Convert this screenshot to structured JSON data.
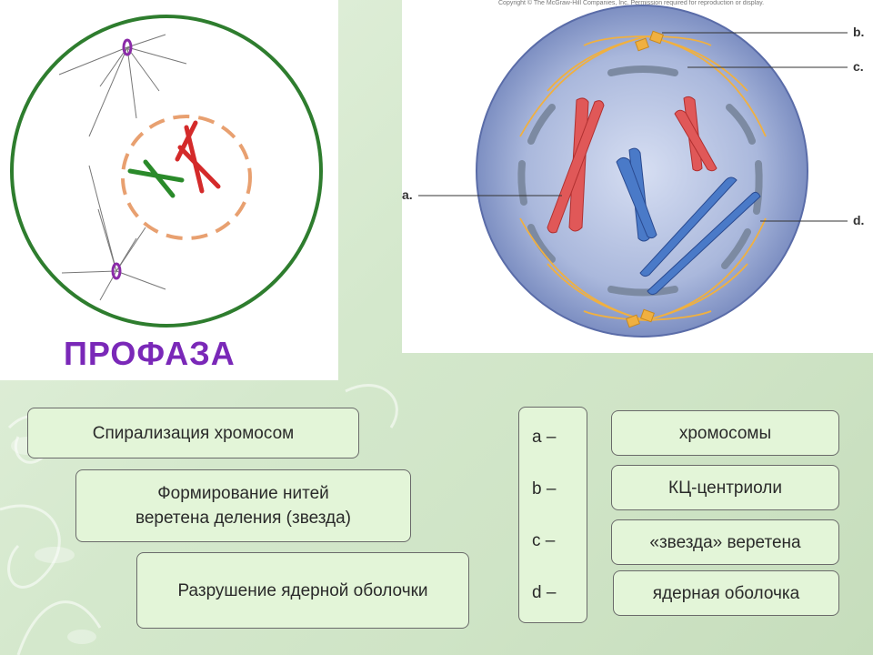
{
  "left_figure": {
    "title": "ПРОФАЗА"
  },
  "right_figure": {
    "copyright": "Copyright © The McGraw-Hill Companies, Inc. Permission required for reproduction or display.",
    "labels": {
      "a": "a.",
      "b": "b.",
      "c": "c.",
      "d": "d."
    }
  },
  "process_boxes": [
    "Спирализация хромосом",
    "Формирование нитей\nверетена деления (звезда)",
    "Разрушение ядерной оболочки"
  ],
  "letters": [
    "a –",
    "b –",
    "c –",
    "d –"
  ],
  "answers": [
    "хромосомы",
    "КЦ-центриоли",
    "«звезда» веретена",
    "ядерная оболочка"
  ],
  "colors": {
    "cell_membrane": "#2e7d2e",
    "nuclear_envelope": "#e8a070",
    "chromosome_red": "#d42a2a",
    "chromosome_green": "#2a8a2a",
    "centriole": "#8a2aa8",
    "title": "#7a28b8",
    "box_fill": "#e3f5d8"
  }
}
